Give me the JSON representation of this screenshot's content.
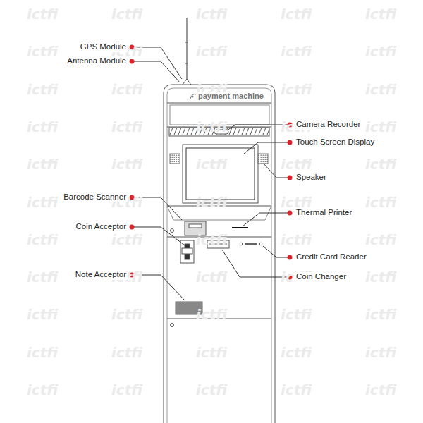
{
  "diagram": {
    "labels": [
      "GPS Module",
      "Antenna Module",
      "payment machine",
      "Camera Recorder",
      "Touch Screen Display",
      "Speaker",
      "Barcode Scanner",
      "Thermal Printer",
      "Coin Acceptor",
      "Credit Card Reader",
      "Note Acceptor",
      "Coin Changer",
      "ictfi",
      "ictfi",
      "ictfi",
      "ictfi",
      "ictfi",
      "ictfi",
      "ictfi",
      "ictfi",
      "ictfi",
      "ictfi",
      "ictfi",
      "ictfi",
      "ictfi",
      "ictfi",
      "ictfi",
      "ictfi",
      "ictfi",
      "ictfi",
      "ictfi",
      "ictfi",
      "ictfi",
      "ictfi",
      "ictfi",
      "ictfi",
      "ictfi",
      "ictfi",
      "ictfi",
      "ictfi",
      "ictfi",
      "ictfi",
      "ictfi",
      "ictfi",
      "ictfi",
      "ictfi",
      "ictfi",
      "ictfi",
      "ictfi",
      "ictfi",
      "ictfi",
      "ictfi",
      "ictfi",
      "ictfi",
      "ictfi",
      "ictfi",
      "ictfi",
      "ictfi",
      "ictfi",
      "ictfi",
      "ictfi",
      "ictfi",
      "ictfi",
      "ictfi",
      "ictfi",
      "ictfi",
      "ictfi"
    ]
  }
}
